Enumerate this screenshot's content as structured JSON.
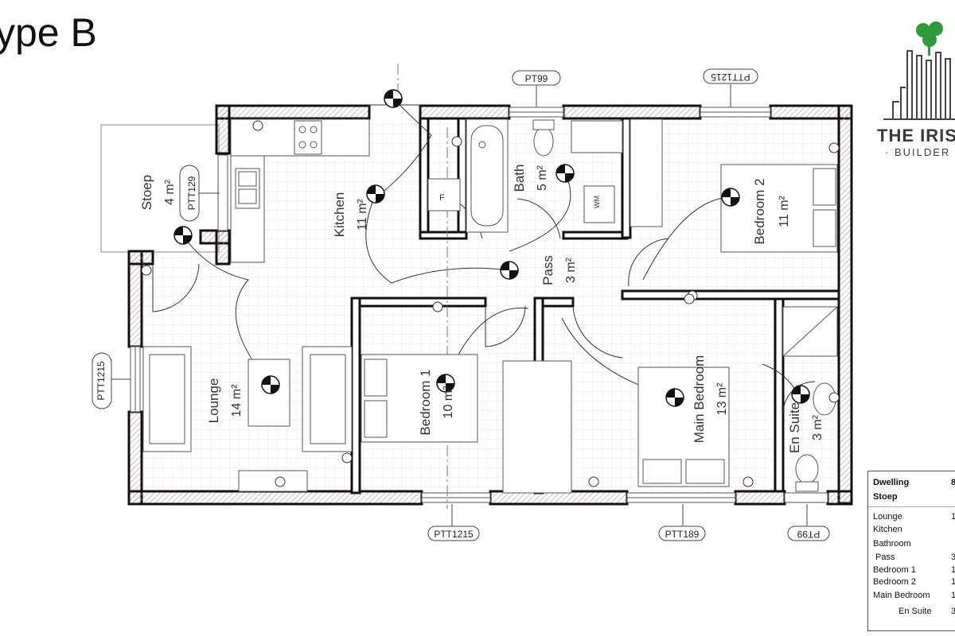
{
  "page_title": "ype B",
  "logo": {
    "name": "THE IRIS",
    "tagline": "· BUILDER"
  },
  "rooms": {
    "stoep": {
      "name": "Stoep",
      "area": "4 m²"
    },
    "kitchen": {
      "name": "Kitchen",
      "area": "11 m²"
    },
    "bath": {
      "name": "Bath",
      "area": "5 m²"
    },
    "bedroom2": {
      "name": "Bedroom 2",
      "area": "11 m²"
    },
    "pass": {
      "name": "Pass",
      "area": "3 m²"
    },
    "lounge": {
      "name": "Lounge",
      "area": "14 m²"
    },
    "bedroom1": {
      "name": "Bedroom 1",
      "area": "10 m²"
    },
    "main_bedroom": {
      "name": "Main Bedroom",
      "area": "13 m²"
    },
    "en_suite": {
      "name": "En Suite",
      "area": "3 m²"
    }
  },
  "fixtures": {
    "fridge": "F",
    "washing_machine": "WM"
  },
  "tags": {
    "pt99_top": "PT99",
    "ptt1215_top": "PTT1215",
    "ptt129": "PTT129",
    "ptt1215_left": "PTT1215",
    "ptt1215_bottom": "PTT1215",
    "ptt189": "PTT189",
    "pt99_bottom": "PT99"
  },
  "legend": {
    "header": [
      {
        "label": "Dwelling",
        "value": "8"
      },
      {
        "label": "Stoep",
        "value": ""
      }
    ],
    "rows": [
      {
        "label": "Lounge",
        "value": "1"
      },
      {
        "label": "Kitchen",
        "value": ""
      },
      {
        "label": "Bathroom",
        "value": ""
      },
      {
        "label": "Pass",
        "value": "3"
      },
      {
        "label": "Bedroom 1",
        "value": "1"
      },
      {
        "label": "Bedroom 2",
        "value": "1"
      },
      {
        "label": "Main Bedroom",
        "value": "1"
      },
      {
        "label": "En Suite",
        "value": "3"
      }
    ]
  },
  "colors": {
    "wall": "#111111",
    "hatch": "#b07070",
    "logo_green": "#2e9a3a",
    "grid": "#e4e4e4"
  }
}
